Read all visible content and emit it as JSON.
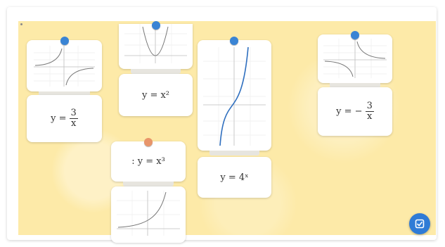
{
  "board": {
    "cards": {
      "label_a": {
        "lhs": "y =",
        "numerator": "3",
        "denominator": "x"
      },
      "label_b": {
        "text": "y = x²"
      },
      "label_c": {
        "text": ": y = x³"
      },
      "label_d": {
        "text": "y = 4ˣ"
      },
      "label_e": {
        "lhs": "y = −",
        "numerator": "3",
        "denominator": "x"
      }
    },
    "graphs": [
      {
        "id": "graph-reciprocal",
        "depicts": "y = 3/x"
      },
      {
        "id": "graph-parabola",
        "depicts": "y = x²"
      },
      {
        "id": "graph-cubic",
        "depicts": "y = x³"
      },
      {
        "id": "graph-neg-reciprocal",
        "depicts": "y = -3/x"
      },
      {
        "id": "graph-exponential",
        "depicts": "y = 4^x"
      }
    ]
  },
  "colors": {
    "board": "#fdeaa8",
    "pin_blue": "#3a84d4",
    "pin_orange": "#e8956a",
    "curve_blue": "#2f6fbf",
    "check_button": "#2f7bd6"
  },
  "icons": {
    "check_button": "edit-check-icon"
  }
}
